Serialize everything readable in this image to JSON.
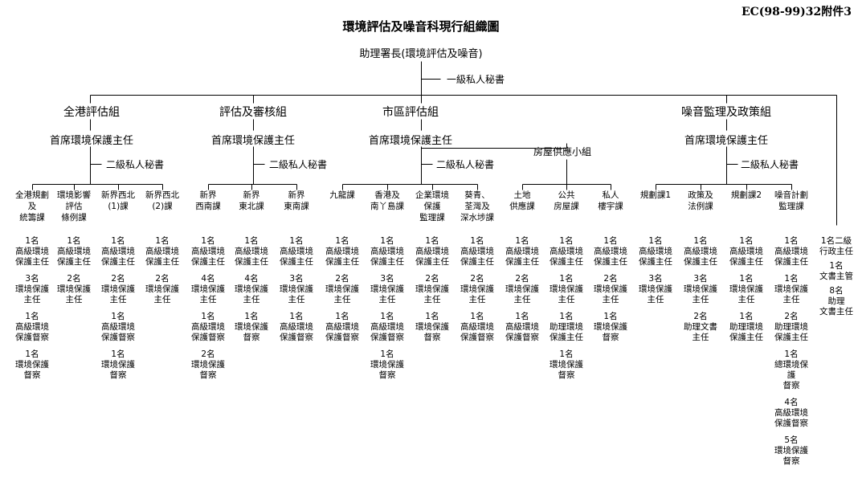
{
  "doc_ref": "EC(98-99)32附件3",
  "title": "環境評估及噪音科現行組織圖",
  "head": "助理署長(環境評估及噪音)",
  "head_secretary": "一級私人秘書",
  "groups": [
    {
      "name": "全港評估組",
      "chief": "首席環境保護主任",
      "secretary": "二級私人秘書"
    },
    {
      "name": "評估及審核組",
      "chief": "首席環境保護主任",
      "secretary": "二級私人秘書"
    },
    {
      "name": "市區評估組",
      "chief": "首席環境保護主任",
      "secretary": "二級私人秘書",
      "subgroup": "房屋供應小組"
    },
    {
      "name": "噪音監理及政策組",
      "chief": "首席環境保護主任",
      "secretary": "二級私人秘書"
    }
  ],
  "units": [
    {
      "name": "全港規劃\n及\n統籌課",
      "staff": [
        "1名\n高級環境\n保護主任",
        "3名\n環境保護\n主任",
        "1名\n高級環境\n保護督察",
        "1名\n環境保護\n督察"
      ]
    },
    {
      "name": "環境影響\n評估\n條例課",
      "staff": [
        "1名\n高級環境\n保護主任",
        "2名\n環境保護\n主任"
      ]
    },
    {
      "name": "新界西北\n(1)課",
      "staff": [
        "1名\n高級環境\n保護主任",
        "2名\n環境保護\n主任",
        "1名\n高級環境\n保護督察",
        "1名\n環境保護\n督察"
      ]
    },
    {
      "name": "新界西北\n(2)課",
      "staff": [
        "1名\n高級環境\n保護主任",
        "2名\n環境保護\n主任"
      ]
    },
    {
      "name": "新界\n西南課",
      "staff": [
        "1名\n高級環境\n保護主任",
        "4名\n環境保護\n主任",
        "1名\n高級環境\n保護督察",
        "2名\n環境保護\n督察"
      ]
    },
    {
      "name": "新界\n東北課",
      "staff": [
        "1名\n高級環境\n保護主任",
        "4名\n環境保護\n主任",
        "1名\n環境保護\n督察"
      ]
    },
    {
      "name": "新界\n東南課",
      "staff": [
        "1名\n高級環境\n保護主任",
        "3名\n環境保護\n主任",
        "1名\n高級環境\n保護督察"
      ]
    },
    {
      "name": "九龍課",
      "staff": [
        "1名\n高級環境\n保護主任",
        "2名\n環境保護\n主任",
        "1名\n高級環境\n保護督察"
      ]
    },
    {
      "name": "香港及\n南丫島課",
      "staff": [
        "1名\n高級環境\n保護主任",
        "3名\n環境保護\n主任",
        "1名\n高級環境\n保護督察",
        "1名\n環境保護\n督察"
      ]
    },
    {
      "name": "企業環境\n保護\n監理課",
      "staff": [
        "1名\n高級環境\n保護主任",
        "2名\n環境保護\n主任",
        "1名\n環境保護\n督察"
      ]
    },
    {
      "name": "葵青、\n荃灣及\n深水埗課",
      "staff": [
        "1名\n高級環境\n保護主任",
        "2名\n環境保護\n主任",
        "1名\n高級環境\n保護督察"
      ]
    },
    {
      "name": "土地\n供應課",
      "staff": [
        "1名\n高級環境\n保護主任",
        "2名\n環境保護\n主任",
        "1名\n高級環境\n保護督察"
      ]
    },
    {
      "name": "公共\n房屋課",
      "staff": [
        "1名\n高級環境\n保護主任",
        "1名\n環境保護\n主任",
        "1名\n助理環境\n保護主任",
        "1名\n環境保護\n督察"
      ]
    },
    {
      "name": "私人\n樓宇課",
      "staff": [
        "1名\n高級環境\n保護主任",
        "2名\n環境保護\n主任",
        "1名\n環境保護\n督察"
      ]
    },
    {
      "name": "規劃課1",
      "staff": [
        "1名\n高級環境\n保護主任",
        "3名\n環境保護\n主任"
      ]
    },
    {
      "name": "政策及\n法例課",
      "staff": [
        "1名\n高級環境\n保護主任",
        "3名\n環境保護\n主任",
        "2名\n助理文書\n主任"
      ]
    },
    {
      "name": "規劃課2",
      "staff": [
        "1名\n高級環境\n保護主任",
        "1名\n環境保護\n主任",
        "1名\n助理環境\n保護主任"
      ]
    },
    {
      "name": "噪音計劃\n監理課",
      "staff": [
        "1名\n高級環境\n保護主任",
        "1名\n環境保護\n主任",
        "2名\n助理環境\n保護主任",
        "1名\n總環境保\n護\n督察",
        "4名\n高級環境\n保護督察",
        "5名\n環境保護\n督察"
      ]
    }
  ],
  "admin_staff": [
    "1名二級\n行政主任",
    "1名\n文書主管",
    "8名\n助理\n文書主任"
  ]
}
